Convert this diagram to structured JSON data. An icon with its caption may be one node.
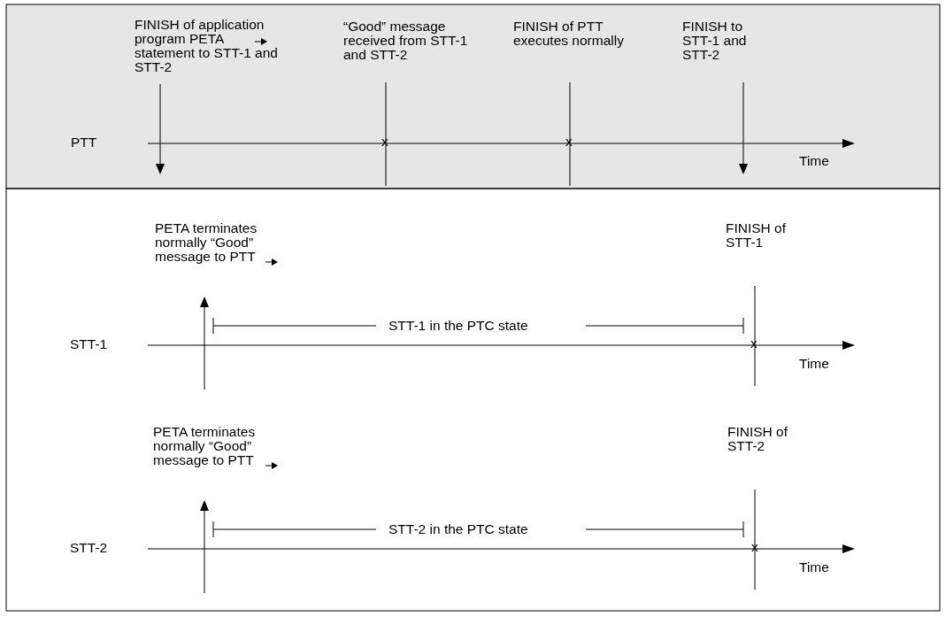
{
  "diagram": {
    "labels": [
      "FINISH of application program PETA statement to STT-1 and STT-2",
      "“Good” message received from STT-1 and STT-2",
      "FINISH of PTT executes normally",
      "FINISH to STT-1 and STT-2",
      "PTT",
      "x",
      "x",
      "Time",
      "PETA terminates normally “Good” message to PTT",
      "FINISH of STT-1",
      "STT-1 in the PTC state",
      "STT-1",
      "x",
      "Time",
      "PETA terminates normally “Good” message to PTT",
      "FINISH of STT-2",
      "STT-2 in the PTC state",
      "STT-2",
      "x",
      "Time"
    ]
  }
}
